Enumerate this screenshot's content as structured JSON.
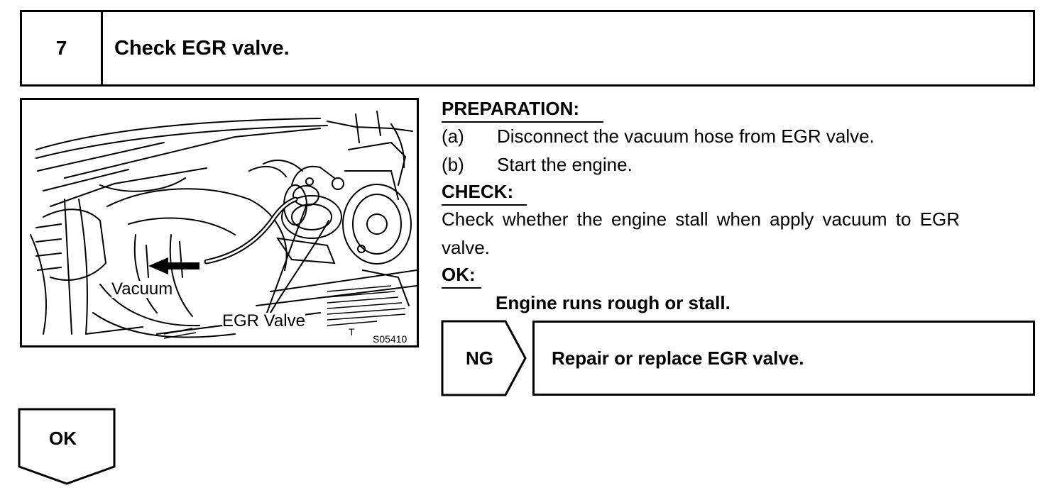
{
  "step": {
    "number": "7",
    "title": "Check EGR valve."
  },
  "figure": {
    "labels": {
      "vacuum": "Vacuum",
      "egr_valve": "EGR Valve"
    },
    "code": "S05410",
    "mark": "T"
  },
  "preparation": {
    "heading": "PREPARATION:",
    "items": [
      {
        "marker": "(a)",
        "text": "Disconnect the vacuum hose from EGR valve."
      },
      {
        "marker": "(b)",
        "text": "Start the engine."
      }
    ]
  },
  "check": {
    "heading": "CHECK:",
    "line1": "Check whether the engine stall when apply vacuum to EGR",
    "line2": "valve."
  },
  "ok": {
    "heading": "OK:",
    "result": "Engine runs rough or stall."
  },
  "ng": {
    "label": "NG",
    "action": "Repair or replace EGR valve."
  },
  "ok_flow": {
    "label": "OK"
  }
}
